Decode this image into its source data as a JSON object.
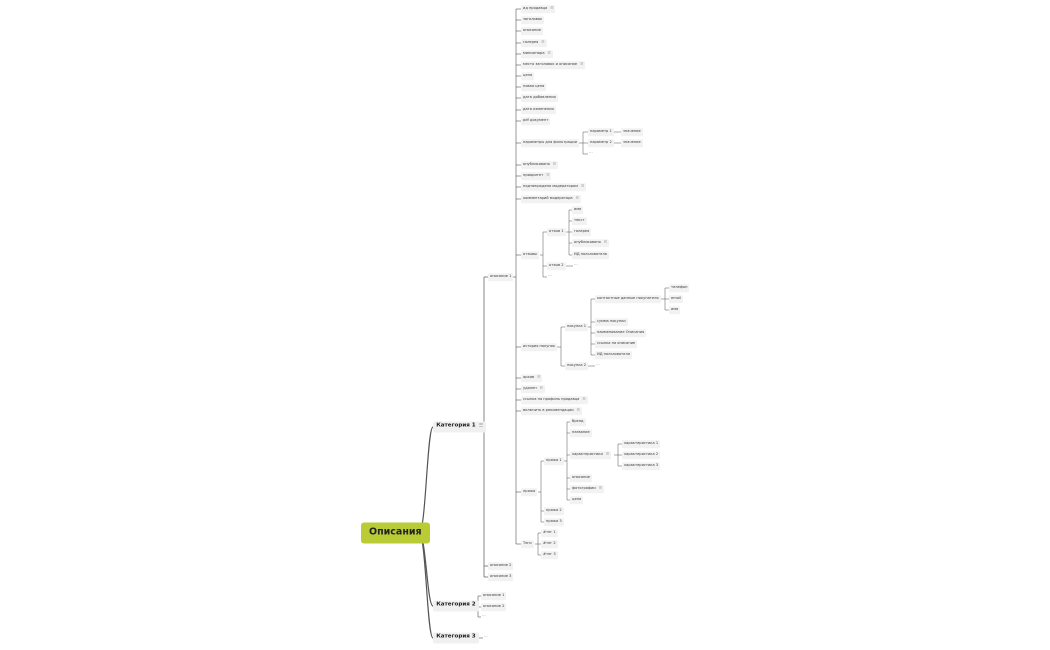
{
  "root": {
    "label": "Описания"
  },
  "categories": [
    {
      "label": "Категория 1",
      "has_note": true
    },
    {
      "label": "Категория 2",
      "has_note": false
    },
    {
      "label": "Категория 3",
      "has_note": false,
      "child": "..."
    }
  ],
  "category1": {
    "description1": {
      "label": "описание 1"
    },
    "description2": {
      "label": "описание 2"
    },
    "description3": {
      "label": "описание 3"
    }
  },
  "category2": {
    "items": [
      "описание 1",
      "описание 2",
      "..."
    ]
  },
  "description1_fields": [
    {
      "label": "ид продавца",
      "has_note": true
    },
    {
      "label": "заголовок",
      "has_note": false
    },
    {
      "label": "описание",
      "has_note": false
    },
    {
      "label": "галерея",
      "has_note": true
    },
    {
      "label": "миниатюра",
      "has_note": true
    },
    {
      "label": "место заголовок и описание",
      "has_note": true
    },
    {
      "label": "цена",
      "has_note": false
    },
    {
      "label": "новая цена",
      "has_note": false
    },
    {
      "label": "дата добавления",
      "has_note": false
    },
    {
      "label": "дата изменения",
      "has_note": false
    },
    {
      "label": "pdf документ",
      "has_note": false
    },
    {
      "label": "параметры для фильтрации",
      "has_note": false
    },
    {
      "label": "опубликовано",
      "has_note": true
    },
    {
      "label": "приоритет",
      "has_note": true
    },
    {
      "label": "подтверждено модератором",
      "has_note": true
    },
    {
      "label": "комментарий модератора",
      "has_note": true
    },
    {
      "label": "отзывы",
      "has_note": false
    },
    {
      "label": "история покупок",
      "has_note": false
    },
    {
      "label": "архив",
      "has_note": true
    },
    {
      "label": "удален",
      "has_note": true
    },
    {
      "label": "ссылка на профиль продавца",
      "has_note": true
    },
    {
      "label": "включить в рекомендации",
      "has_note": true
    },
    {
      "label": "лряжа",
      "has_note": false
    },
    {
      "label": "Теги",
      "has_note": false
    }
  ],
  "filters": {
    "param1": {
      "label": "параметр 1",
      "value": "значение"
    },
    "param2": {
      "label": "параметр 2",
      "value": "значение"
    },
    "more": "..."
  },
  "reviews": {
    "review1": {
      "label": "отзыв 1",
      "fields": [
        {
          "label": "имя",
          "has_note": false
        },
        {
          "label": "текст",
          "has_note": false
        },
        {
          "label": "галерея",
          "has_note": false
        },
        {
          "label": "опубликовано",
          "has_note": true
        },
        {
          "label": "ИД пользователя",
          "has_note": false
        }
      ]
    },
    "review2": {
      "label": "отзыв 2",
      "child": "..."
    },
    "more": "..."
  },
  "purchases": {
    "purchase1": {
      "label": "покупка 1",
      "contacts": {
        "label": "контактные данные покупателя",
        "items": [
          "телефон",
          "email",
          "имя"
        ]
      },
      "fields": [
        "сумма покупки",
        "наименование Описания",
        "ссылка на описание",
        "ИД пользователя"
      ]
    },
    "purchase2": {
      "label": "покупка 2",
      "child": "..."
    }
  },
  "yarn": {
    "yarn1": {
      "label": "пряжа 1",
      "fields_top": [
        {
          "label": "бренд",
          "has_note": false
        },
        {
          "label": "название",
          "has_note": false
        }
      ],
      "characteristics": {
        "label": "характеристики",
        "has_note": true,
        "items": [
          "характеристика 1",
          "характеристика 2",
          "характеристика 3"
        ]
      },
      "fields_bottom": [
        {
          "label": "описание",
          "has_note": false
        },
        {
          "label": "фотографии",
          "has_note": true
        },
        {
          "label": "цена",
          "has_note": false
        }
      ]
    },
    "yarn2": {
      "label": "пряжа 2"
    },
    "yarn3": {
      "label": "пряжа 3"
    }
  },
  "tags": {
    "items": [
      "#тег 1",
      "#тег 2",
      "#тег 3"
    ]
  },
  "colors": {
    "root": "#b9cc35",
    "node": "#f2f2f2",
    "line": "#555555",
    "text": "#3a3a3a"
  }
}
